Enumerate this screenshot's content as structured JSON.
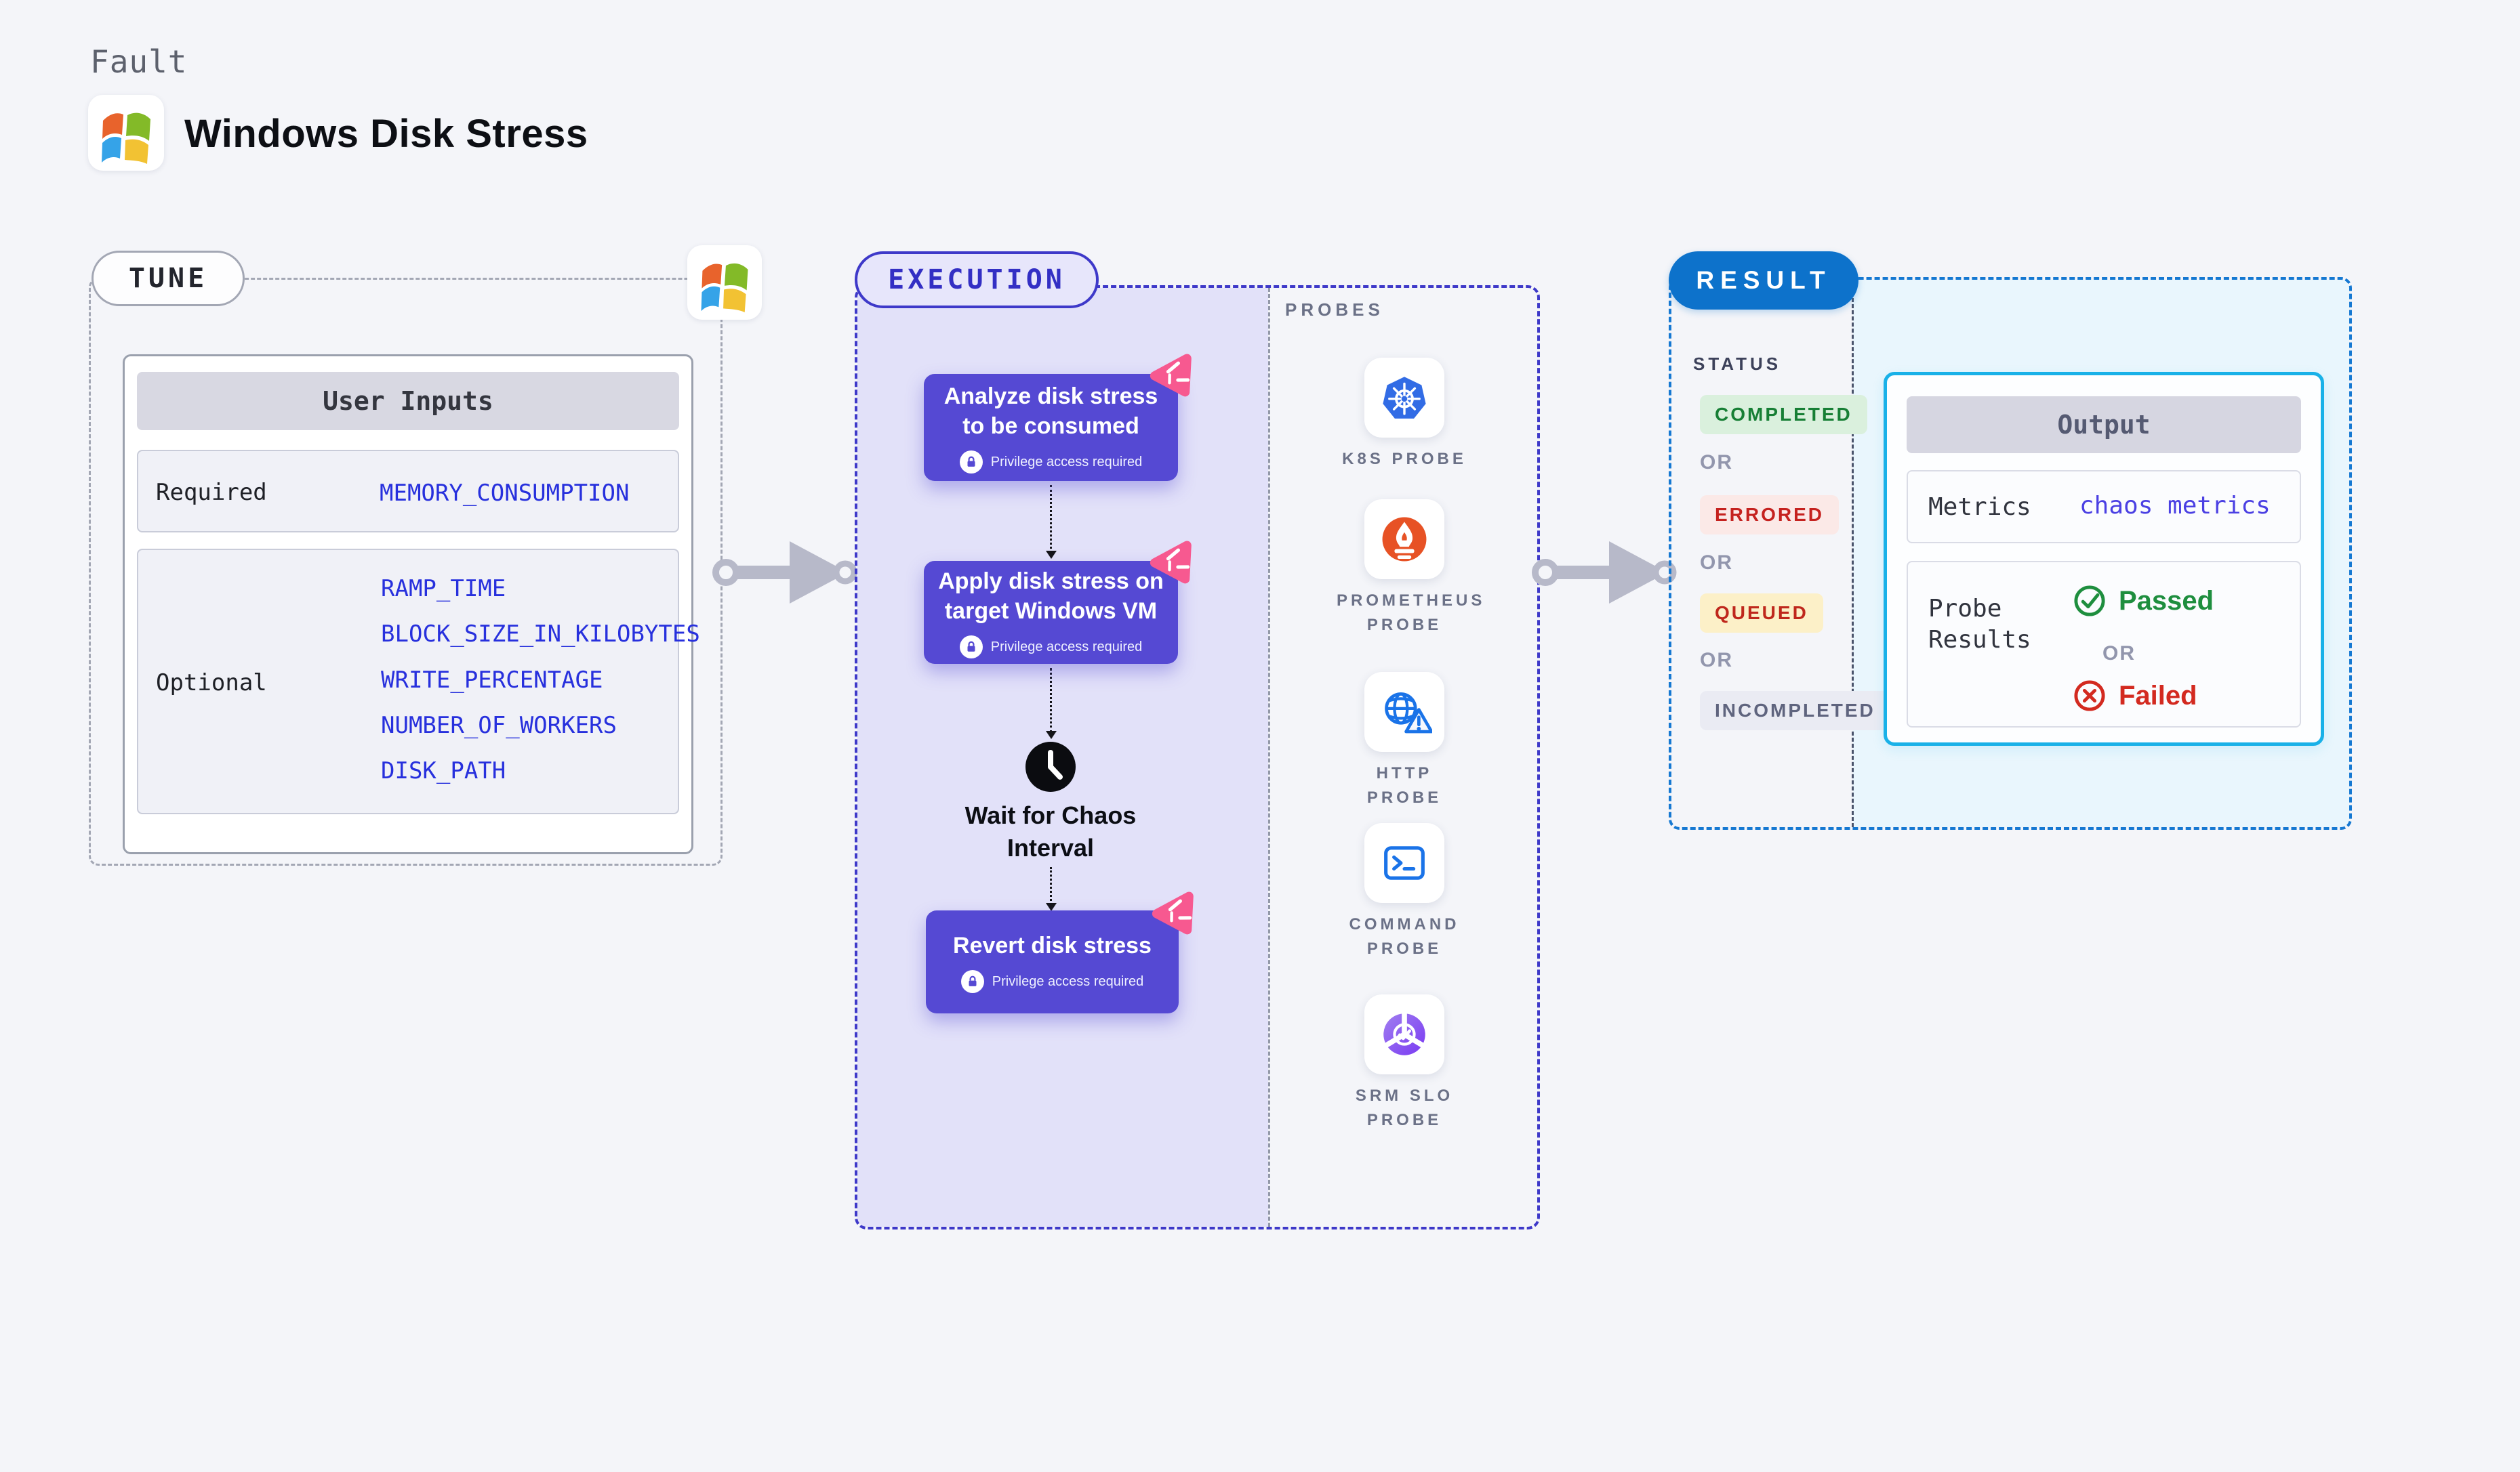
{
  "header": {
    "fault_label": "Fault",
    "title": "Windows Disk Stress"
  },
  "tune": {
    "pill_label": "TUNE",
    "table": {
      "title": "User Inputs",
      "required": {
        "label": "Required",
        "values": [
          "MEMORY_CONSUMPTION"
        ]
      },
      "optional": {
        "label": "Optional",
        "values": [
          "RAMP_TIME",
          "BLOCK_SIZE_IN_KILOBYTES",
          "WRITE_PERCENTAGE",
          "NUMBER_OF_WORKERS",
          "DISK_PATH"
        ]
      }
    }
  },
  "execution": {
    "pill_label": "EXECUTION",
    "steps": {
      "analyze": {
        "line1": "Analyze disk stress",
        "line2": "to be consumed",
        "badge": "Privilege access required"
      },
      "apply": {
        "line1": "Apply disk stress on",
        "line2": "target Windows VM",
        "badge": "Privilege access required"
      },
      "revert": {
        "line1": "Revert disk stress",
        "badge": "Privilege access required"
      }
    },
    "wait": {
      "line1": "Wait for Chaos",
      "line2": "Interval"
    }
  },
  "probes": {
    "title": "PROBES",
    "items": [
      {
        "label": "K8S PROBE",
        "icon": "kubernetes-icon"
      },
      {
        "label": "PROMETHEUS PROBE",
        "icon": "prometheus-icon"
      },
      {
        "label": "HTTP PROBE",
        "icon": "globe-warning-icon"
      },
      {
        "label": "COMMAND PROBE",
        "icon": "terminal-icon"
      },
      {
        "label": "SRM SLO PROBE",
        "icon": "slo-pie-check-icon"
      }
    ]
  },
  "result": {
    "pill_label": "RESULT",
    "status": {
      "title": "STATUS",
      "completed": "COMPLETED",
      "errored": "ERRORED",
      "queued": "QUEUED",
      "incompleted": "INCOMPLETED",
      "or": "OR"
    },
    "output": {
      "title": "Output",
      "metrics_label": "Metrics",
      "metrics_value": "chaos metrics",
      "probe_results_line1": "Probe",
      "probe_results_line2": "Results",
      "passed": "Passed",
      "or": "OR",
      "failed": "Failed"
    }
  },
  "icons": {
    "windows_logo": "windows-flag-logo",
    "litmus": "chaos-fault-pink-icon",
    "lock": "lock-icon",
    "clock": "clock-icon",
    "arrow": "flow-arrow-icon",
    "passed": "check-circle-icon",
    "failed": "x-circle-icon"
  },
  "colors": {
    "page_bg": "#f4f5f9",
    "execution_accent": "#3e39c9",
    "execution_area_bg": "#e2e1f9",
    "step_card_purple": "#5549d3",
    "litmus_pink": "#f75990",
    "result_blue": "#0d72cb",
    "result_area_bg": "#e9f6fd",
    "output_border_cyan": "#19b1e8",
    "value_blue": "#2730dd",
    "metrics_indigo": "#4b40e3",
    "k8s_blue": "#326ce5",
    "prometheus_orange": "#e75225",
    "probe_icon_blue": "#1a73e8",
    "success_green": "#1e8e3e",
    "error_red": "#d32a20",
    "completed_green": "#177f35",
    "queued_text": "#bf271c",
    "incompleted_gray": "#5f647e"
  }
}
